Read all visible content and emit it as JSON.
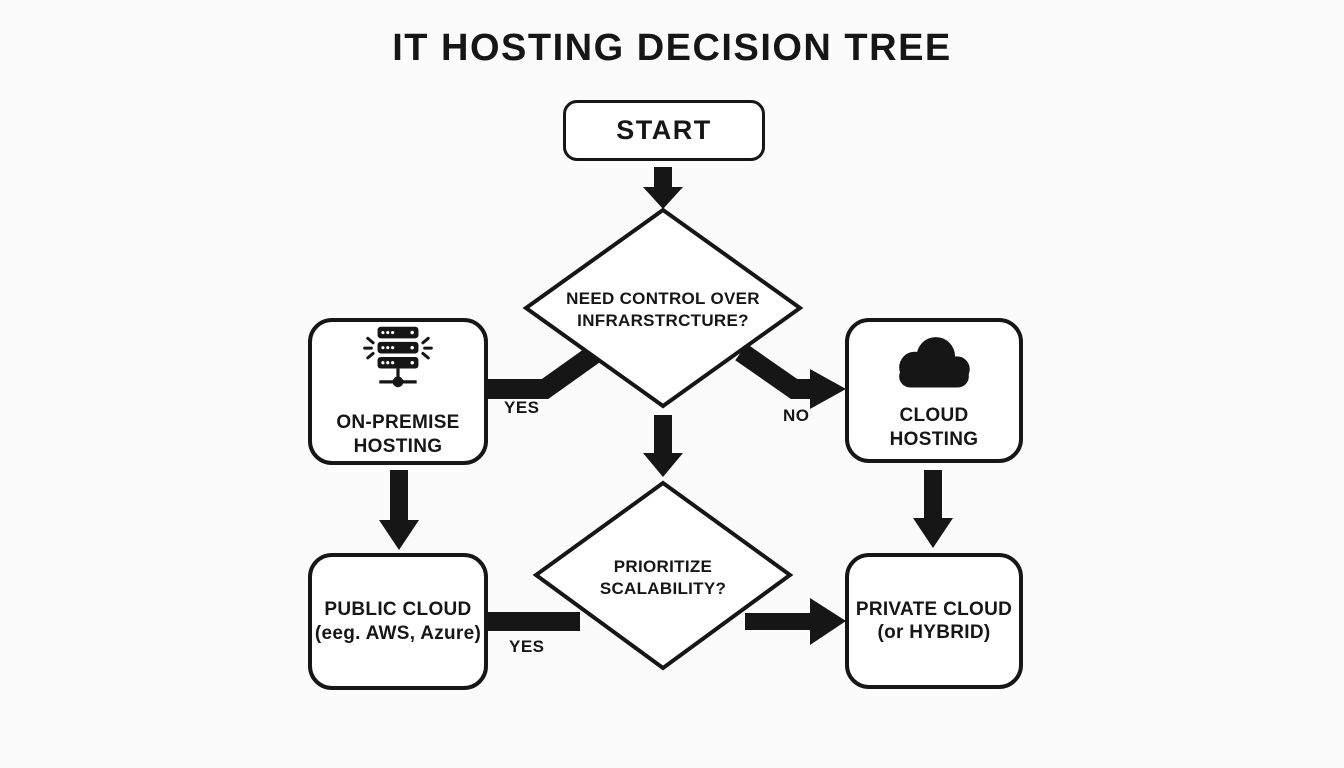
{
  "title": "IT HOSTING DECISION TREE",
  "nodes": {
    "start": {
      "label": "START"
    },
    "decision_control": {
      "line1": "NEED CONTROL OVER",
      "line2": "INFRARSTRCTURE?"
    },
    "on_premise": {
      "line1": "ON-PREMISE",
      "line2": "HOSTING",
      "icon": "server-rack-icon"
    },
    "cloud_hosting": {
      "line1": "CLOUD",
      "line2": "HOSTING",
      "icon": "cloud-icon"
    },
    "decision_scalability": {
      "line1": "PRIORITIZE",
      "line2": "SCALABILITY?"
    },
    "public_cloud": {
      "line1": "PUBLIC CLOUD",
      "line2": "(eeg. AWS, Azure)"
    },
    "private_cloud": {
      "line1": "PRIVATE CLOUD",
      "line2": "(or HYBRID)"
    }
  },
  "edge_labels": {
    "control_yes": "YES",
    "control_no": "NO",
    "scalability_yes": "YES"
  },
  "colors": {
    "ink": "#161616",
    "node_fill": "#ffffff",
    "background": "#fbfbfb"
  }
}
